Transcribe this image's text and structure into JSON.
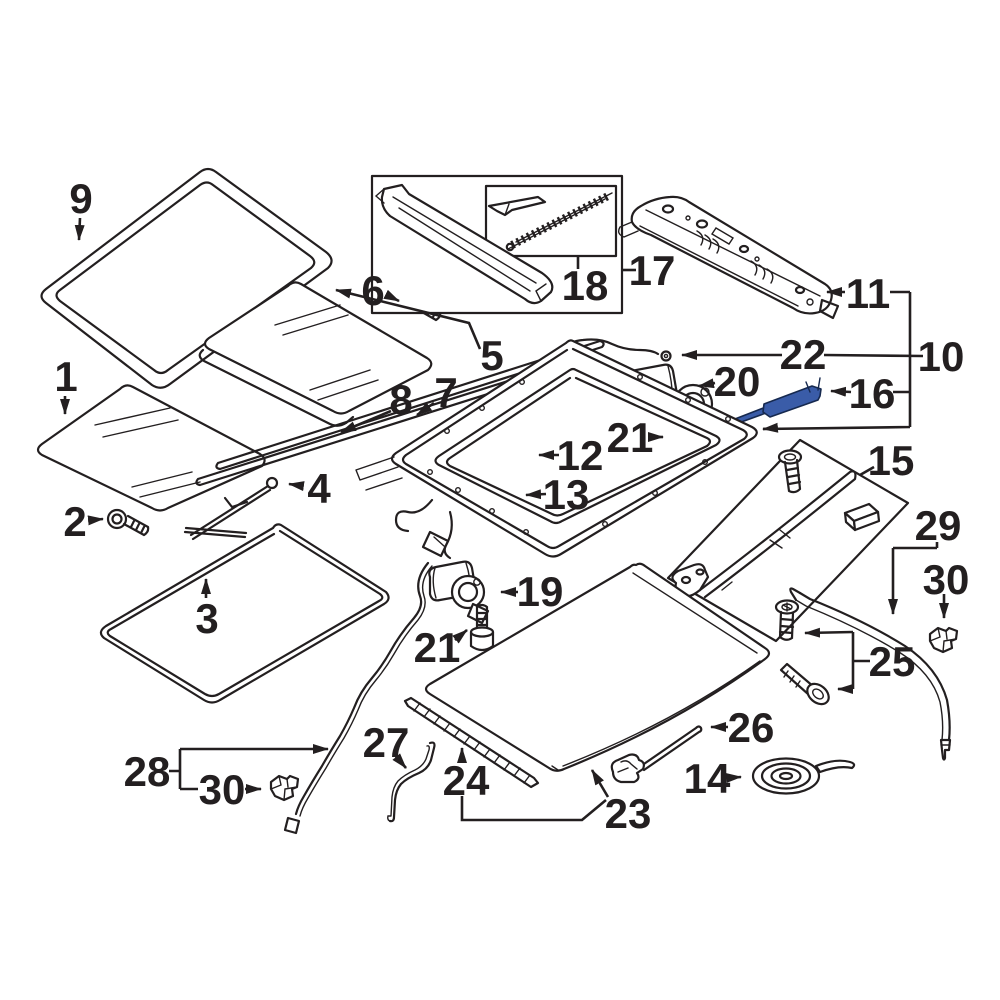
{
  "diagram": {
    "background_color": "#ffffff",
    "line_color": "#231f20",
    "highlight_color": "#3a5ca8",
    "highlighted_part": "16",
    "labels": [
      {
        "part": "9",
        "text": "9"
      },
      {
        "part": "1",
        "text": "1"
      },
      {
        "part": "2",
        "text": "2"
      },
      {
        "part": "3",
        "text": "3"
      },
      {
        "part": "4",
        "text": "4"
      },
      {
        "part": "5",
        "text": "5"
      },
      {
        "part": "6",
        "text": "6"
      },
      {
        "part": "7",
        "text": "7"
      },
      {
        "part": "8",
        "text": "8"
      },
      {
        "part": "18",
        "text": "18"
      },
      {
        "part": "17",
        "text": "17"
      },
      {
        "part": "11",
        "text": "11"
      },
      {
        "part": "10",
        "text": "10"
      },
      {
        "part": "22",
        "text": "22"
      },
      {
        "part": "20",
        "text": "20"
      },
      {
        "part": "16",
        "text": "16"
      },
      {
        "part": "21",
        "text": "21"
      },
      {
        "part": "12",
        "text": "12"
      },
      {
        "part": "13",
        "text": "13"
      },
      {
        "part": "15",
        "text": "15"
      },
      {
        "part": "29",
        "text": "29"
      },
      {
        "part": "30",
        "text": "30"
      },
      {
        "part": "25",
        "text": "25"
      },
      {
        "part": "26",
        "text": "26"
      },
      {
        "part": "14",
        "text": "14"
      },
      {
        "part": "23",
        "text": "23"
      },
      {
        "part": "24",
        "text": "24"
      },
      {
        "part": "19",
        "text": "19"
      },
      {
        "part": "21",
        "text": "21"
      },
      {
        "part": "27",
        "text": "27"
      },
      {
        "part": "28",
        "text": "28"
      },
      {
        "part": "30",
        "text": "30"
      }
    ]
  }
}
